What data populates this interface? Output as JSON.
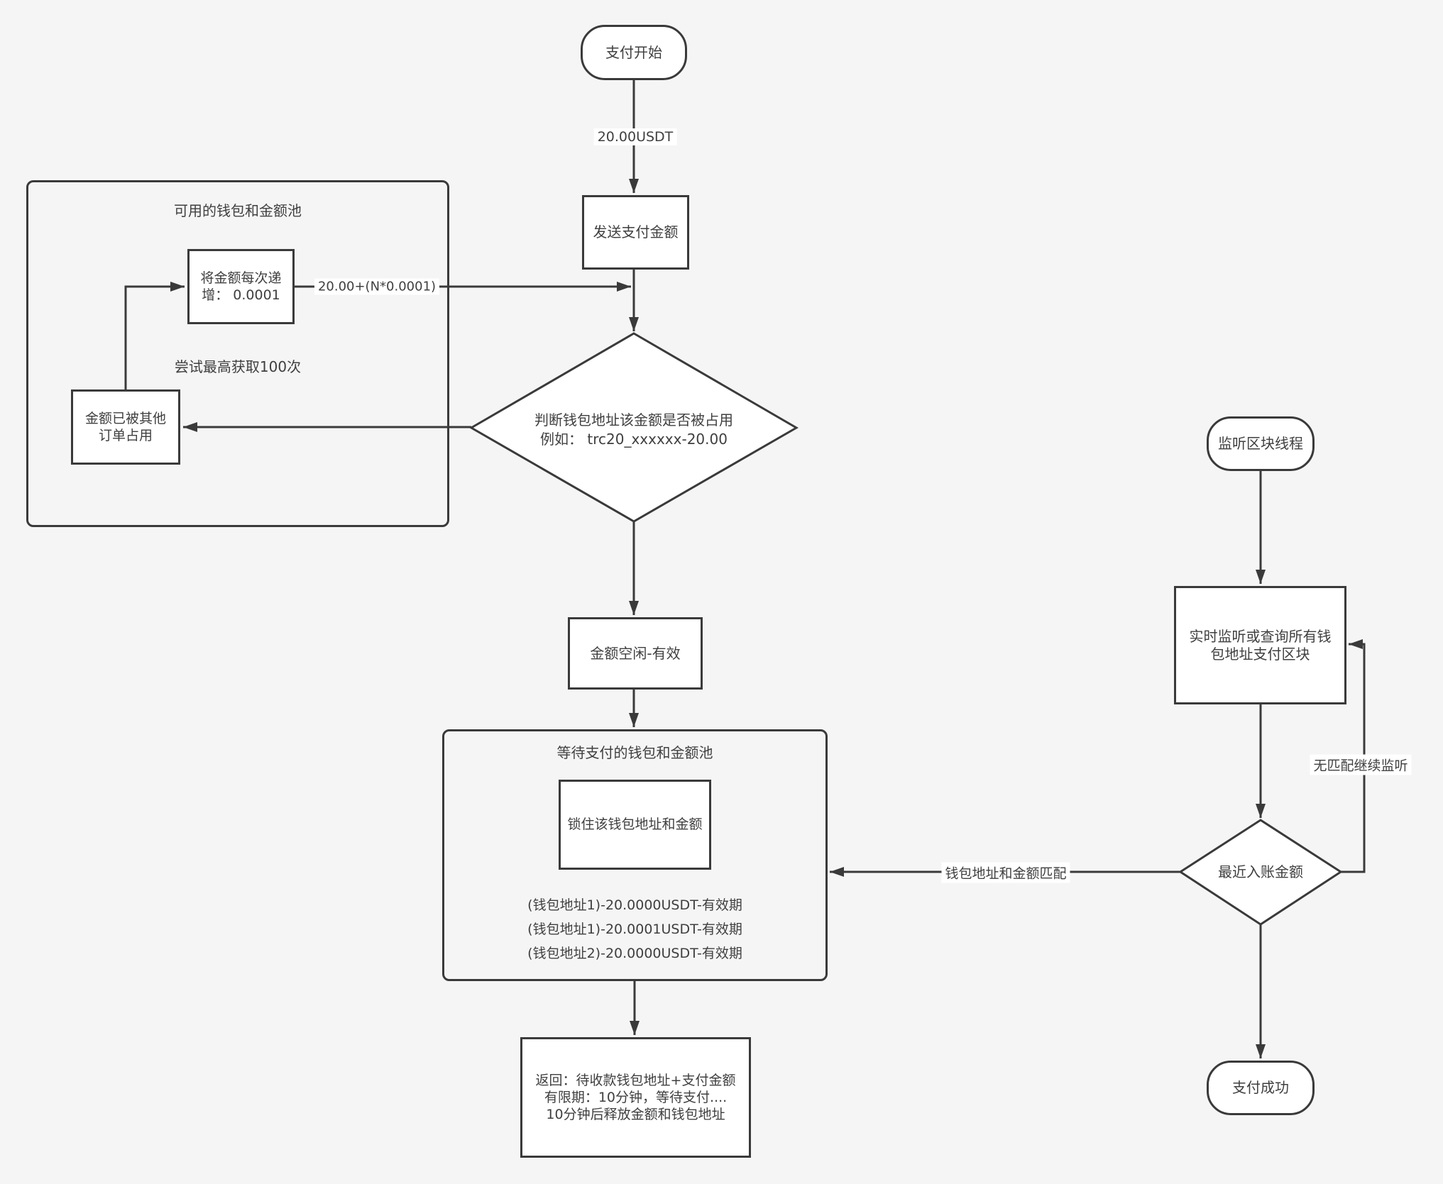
{
  "theme": {
    "canvas_bg": "#f5f5f5",
    "shape_fill": "#ffffff",
    "stroke": "#3a3a3a",
    "text_color": "#3f3f3f",
    "edge_label_bg": "#ffffff"
  },
  "nodes": {
    "start": {
      "label": "支付开始"
    },
    "send_amount": {
      "label": "发送支付金额"
    },
    "available_pool": {
      "title": "可用的钱包和金额池",
      "retry_note": "尝试最高获取100次"
    },
    "increment": {
      "lines": [
        "将金额每次递",
        "增： 0.0001"
      ]
    },
    "occupied": {
      "lines": [
        "金额已被其他",
        "订单占用"
      ]
    },
    "check_occupied": {
      "lines": [
        "判断钱包地址该金额是否被占用",
        "例如： trc20_xxxxxx-20.00"
      ]
    },
    "amount_free": {
      "label": "金额空闲-有效"
    },
    "pending_pool": {
      "title": "等待支付的钱包和金额池",
      "lock_label": "锁住该钱包地址和金额",
      "entries": [
        "(钱包地址1)-20.0000USDT-有效期",
        "(钱包地址1)-20.0001USDT-有效期",
        "(钱包地址2)-20.0000USDT-有效期"
      ]
    },
    "return_info": {
      "lines": [
        "返回：待收款钱包地址+支付金额",
        "有限期：10分钟，等待支付....",
        "10分钟后释放金额和钱包地址"
      ]
    },
    "listen_thread": {
      "label": "监听区块线程"
    },
    "realtime_listen": {
      "lines": [
        "实时监听或查询所有钱",
        "包地址支付区块"
      ]
    },
    "recent_amount": {
      "label": "最近入账金额"
    },
    "success": {
      "label": "支付成功"
    }
  },
  "edge_labels": {
    "payment_amount": "20.00USDT",
    "increment_formula": "20.00+(N*0.0001)",
    "match": "钱包地址和金额匹配",
    "no_match": "无匹配继续监听"
  }
}
